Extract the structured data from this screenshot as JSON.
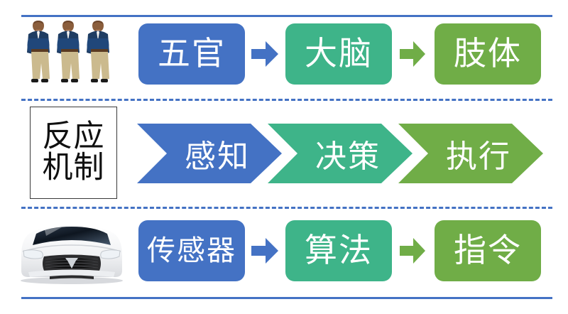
{
  "diagram": {
    "title_hidden": "",
    "colors": {
      "blue": "#4472C4",
      "teal": "#3EB489",
      "green": "#70AD47",
      "rule": "#4472C4",
      "frame_border": "#3A3A3A",
      "text_on_fill": "#FFFFFF",
      "text_dark": "#101010"
    },
    "rows": [
      {
        "id": "human",
        "icon_name": "three-people-illustration",
        "icon_alt": "三个抱臂站立的人",
        "shape": "rounded-rect",
        "stages": [
          {
            "label": "五官",
            "color_key": "blue"
          },
          {
            "label": "大脑",
            "color_key": "teal"
          },
          {
            "label": "肢体",
            "color_key": "green"
          }
        ],
        "connectors": [
          {
            "name": "arrow-right-blue",
            "color_key": "blue"
          },
          {
            "name": "arrow-right-green",
            "color_key": "green"
          }
        ]
      },
      {
        "id": "mechanism",
        "icon_name": "framed-text-label",
        "frame_label_lines": [
          "反应",
          "机制"
        ],
        "shape": "chevron",
        "stages": [
          {
            "label": "感知",
            "color_key": "blue"
          },
          {
            "label": "决策",
            "color_key": "teal"
          },
          {
            "label": "执行",
            "color_key": "green"
          }
        ],
        "connectors": []
      },
      {
        "id": "vehicle",
        "icon_name": "white-car-illustration",
        "icon_alt": "白色轿车正面",
        "shape": "rounded-rect",
        "stages": [
          {
            "label": "传感器",
            "color_key": "blue"
          },
          {
            "label": "算法",
            "color_key": "teal"
          },
          {
            "label": "指令",
            "color_key": "green"
          }
        ],
        "connectors": [
          {
            "name": "arrow-right-blue",
            "color_key": "blue"
          },
          {
            "name": "arrow-right-green",
            "color_key": "green"
          }
        ]
      }
    ],
    "dividers": [
      {
        "name": "divider-top",
        "style": "solid"
      },
      {
        "name": "divider-middle",
        "style": "dashed"
      },
      {
        "name": "divider-bottom-of-middle",
        "style": "dashed"
      },
      {
        "name": "divider-bottom",
        "style": "solid"
      }
    ]
  }
}
